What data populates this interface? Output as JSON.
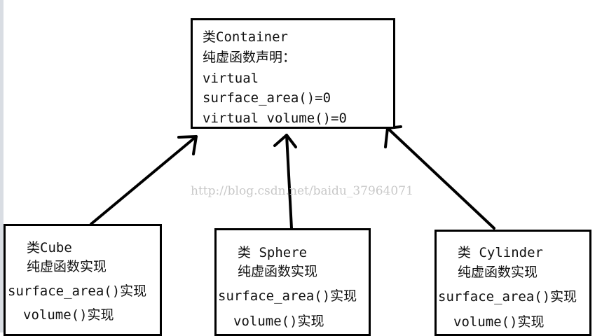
{
  "container": {
    "title": "类Container",
    "subtitle": "纯虚函数声明：",
    "lines": [
      "virtual",
      "surface_area()=0",
      " virtual volume()=0"
    ]
  },
  "cube": {
    "title": "类Cube",
    "subtitle": "纯虚函数实现",
    "lines": [
      "surface_area()实现",
      "volume()实现"
    ]
  },
  "sphere": {
    "title": "类 Sphere",
    "subtitle": "纯虚函数实现",
    "lines": [
      "surface_area()实现",
      "volume()实现"
    ]
  },
  "cylinder": {
    "title": "类 Cylinder",
    "subtitle": "纯虚函数实现",
    "lines": [
      "surface_area()实现",
      "volume()实现"
    ]
  },
  "watermark": "http://blog.csdn.net/baidu_37964071",
  "colors": {
    "stroke": "#000000",
    "watermark": "#c8c8c8"
  }
}
